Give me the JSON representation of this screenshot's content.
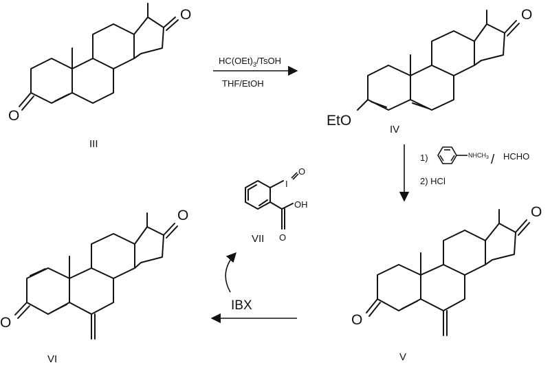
{
  "compounds": {
    "III": {
      "label": "III",
      "atoms": [
        "O",
        "O"
      ]
    },
    "IV": {
      "label": "IV",
      "atoms": [
        "O",
        "EtO"
      ]
    },
    "V": {
      "label": "V",
      "atoms": [
        "O",
        "O"
      ]
    },
    "VI": {
      "label": "VI",
      "atoms": [
        "O",
        "O"
      ]
    },
    "VII": {
      "label": "VII",
      "atoms": [
        "I",
        "O",
        "OH",
        "O"
      ]
    }
  },
  "step1": {
    "reagent_main": "HC(OEt)",
    "reagent_sub": "3",
    "reagent_tail": "/TsOH",
    "solvent": "THF/EtOH"
  },
  "step2": {
    "line1_prefix": "1)",
    "amine_group": "NHCH",
    "amine_sub": "3",
    "slash": "/",
    "aldehyde": "HCHO",
    "line2": "2) HCl"
  },
  "step3": {
    "reagent": "IBX"
  }
}
